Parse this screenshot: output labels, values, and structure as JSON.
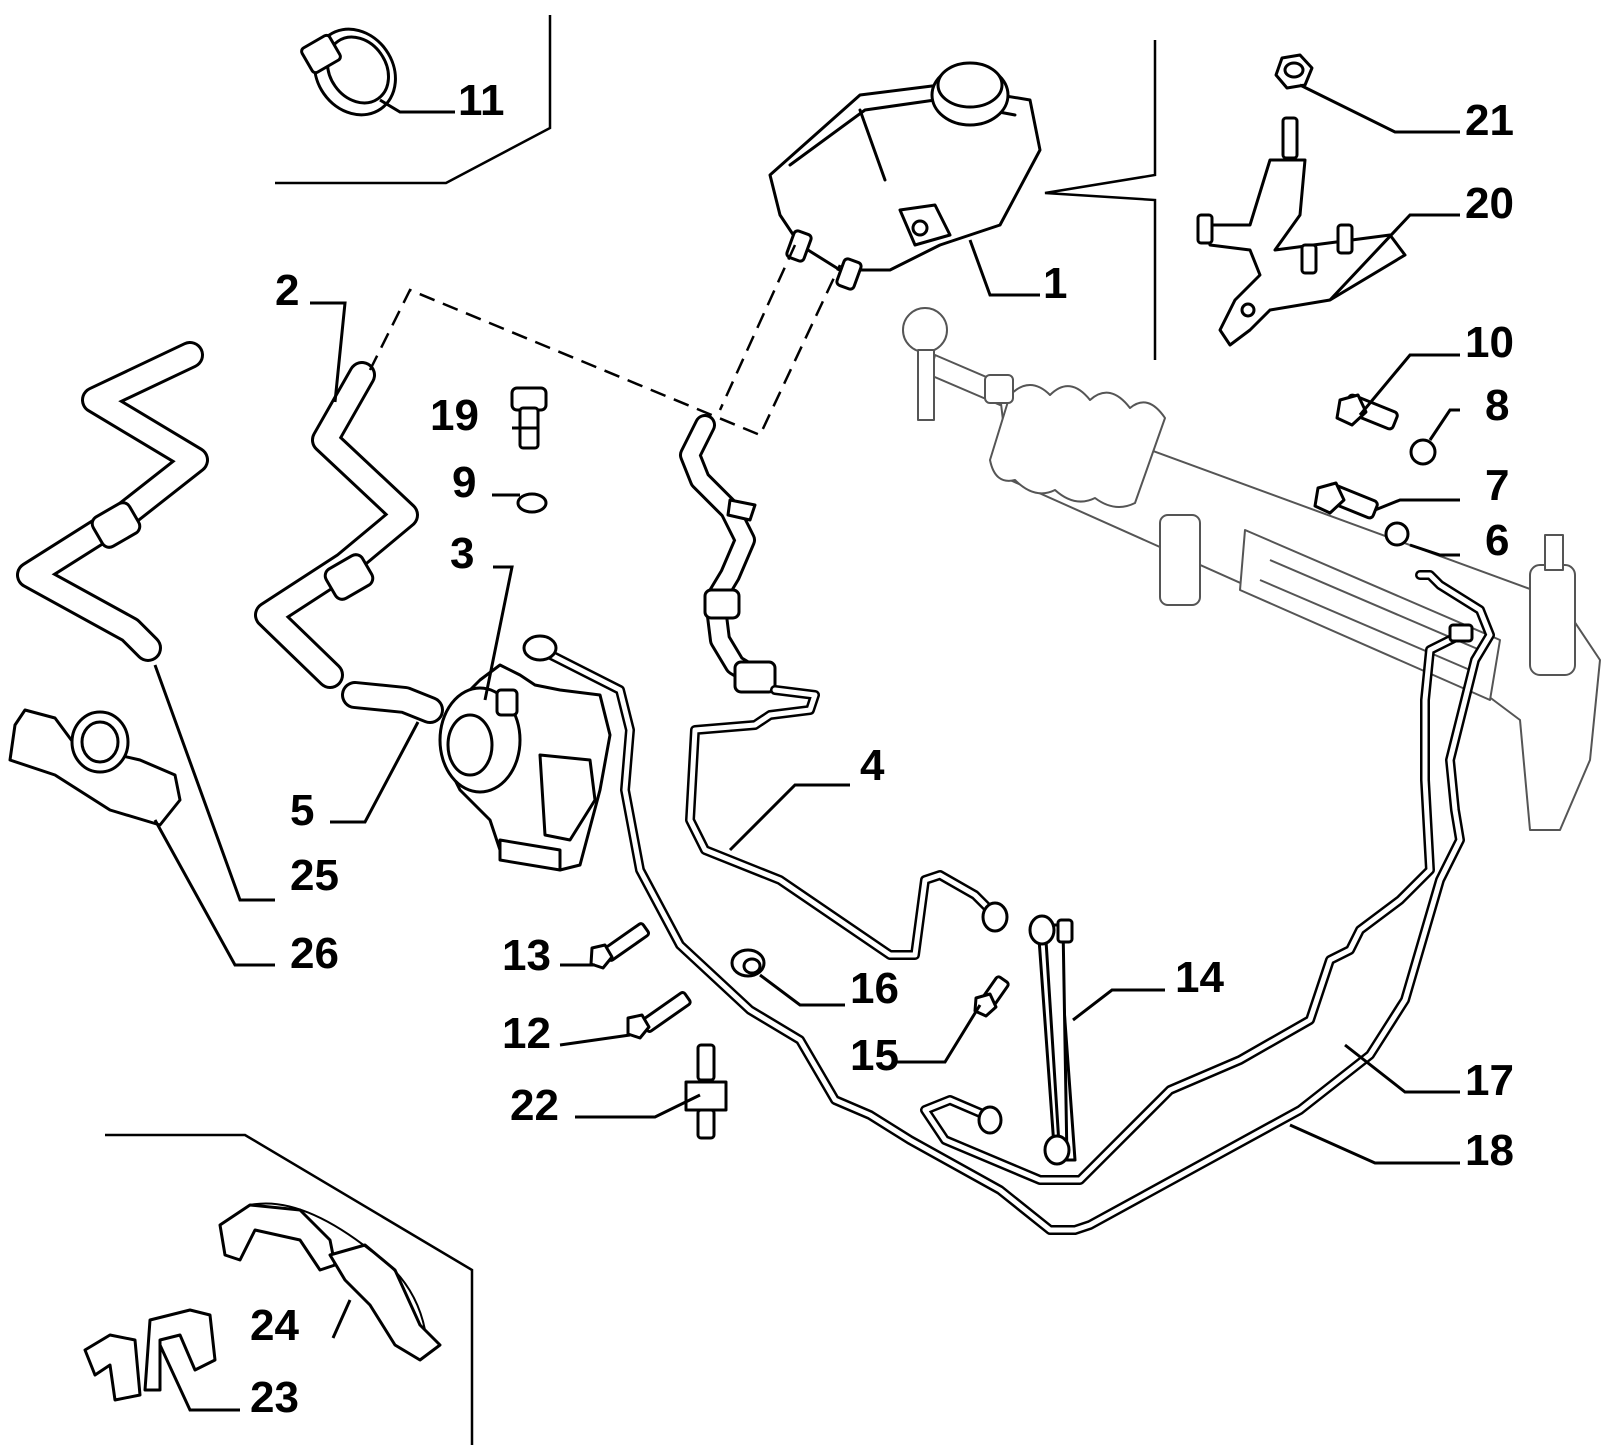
{
  "diagram": {
    "labels": [
      {
        "id": "1",
        "text": "1"
      },
      {
        "id": "2",
        "text": "2"
      },
      {
        "id": "3",
        "text": "3"
      },
      {
        "id": "4",
        "text": "4"
      },
      {
        "id": "5",
        "text": "5"
      },
      {
        "id": "6",
        "text": "6"
      },
      {
        "id": "7",
        "text": "7"
      },
      {
        "id": "8",
        "text": "8"
      },
      {
        "id": "9",
        "text": "9"
      },
      {
        "id": "10",
        "text": "10"
      },
      {
        "id": "11",
        "text": "11"
      },
      {
        "id": "12",
        "text": "12"
      },
      {
        "id": "13",
        "text": "13"
      },
      {
        "id": "14",
        "text": "14"
      },
      {
        "id": "15",
        "text": "15"
      },
      {
        "id": "16",
        "text": "16"
      },
      {
        "id": "17",
        "text": "17"
      },
      {
        "id": "18",
        "text": "18"
      },
      {
        "id": "19",
        "text": "19"
      },
      {
        "id": "20",
        "text": "20"
      },
      {
        "id": "21",
        "text": "21"
      },
      {
        "id": "22",
        "text": "22"
      },
      {
        "id": "23",
        "text": "23"
      },
      {
        "id": "24",
        "text": "24"
      },
      {
        "id": "25",
        "text": "25"
      },
      {
        "id": "26",
        "text": "26"
      }
    ]
  }
}
